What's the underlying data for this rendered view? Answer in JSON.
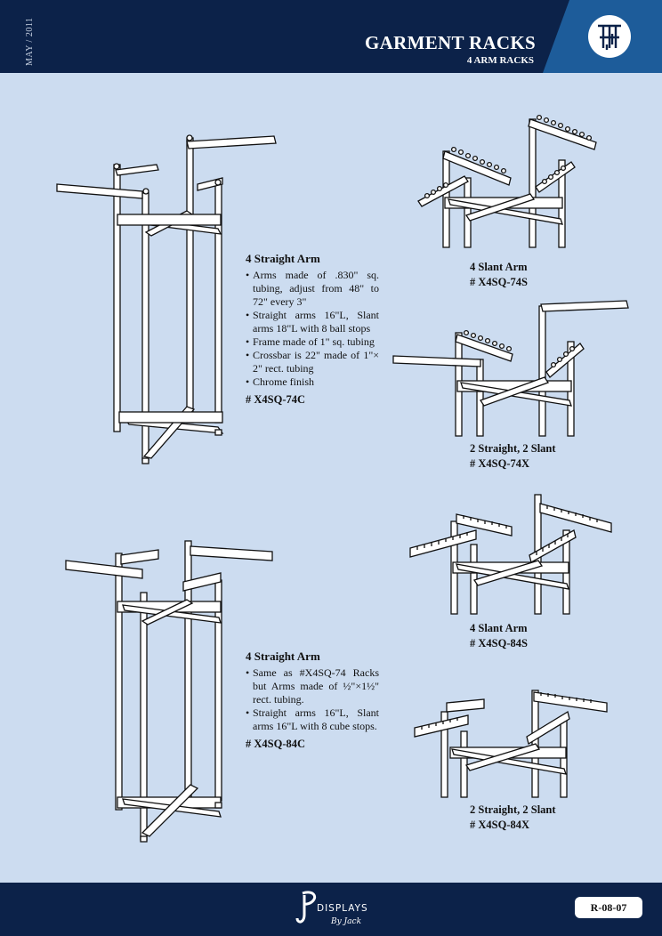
{
  "header": {
    "date": "MAY / 2011",
    "title": "GARMENT RACKS",
    "subtitle": "4 ARM RACKS"
  },
  "section_a": {
    "heading": "4 Straight Arm",
    "bullets": [
      "Arms made of .830\" sq. tubing, adjust from 48\" to 72\" every 3\"",
      "Straight arms 16\"L, Slant arms 18\"L with 8 ball stops",
      "Frame made of 1\" sq. tubing",
      "Crossbar is 22\" made of 1\"× 2\" rect. tubing",
      "Chrome finish"
    ],
    "sku": "# X4SQ-74C"
  },
  "captions": [
    {
      "name": "4 Slant Arm",
      "sku": "# X4SQ-74S"
    },
    {
      "name": "2 Straight, 2 Slant",
      "sku": "# X4SQ-74X"
    },
    {
      "name": "4 Slant Arm",
      "sku": "# X4SQ-84S"
    },
    {
      "name": "2 Straight, 2 Slant",
      "sku": "# X4SQ-84X"
    }
  ],
  "section_b": {
    "heading": "4 Straight Arm",
    "bullets": [
      "Same as #X4SQ-74 Racks but Arms made of ½\"×1½\" rect. tubing.",
      "Straight arms 16\"L, Slant arms 16\"L with 8 cube stops."
    ],
    "sku": "# X4SQ-84C"
  },
  "footer": {
    "brand": "DISPLAYS",
    "brand_sub": "By Jack",
    "page_number": "R-08-07"
  },
  "colors": {
    "navy": "#0c2249",
    "accent_blue": "#1d5c9a",
    "page_bg": "#ccdcf0"
  }
}
